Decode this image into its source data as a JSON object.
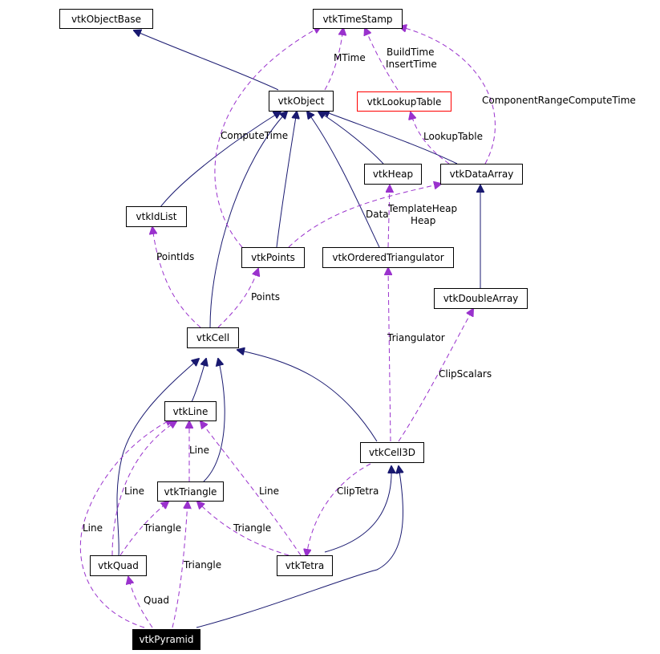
{
  "nodes": {
    "vtkObjectBase": "vtkObjectBase",
    "vtkTimeStamp": "vtkTimeStamp",
    "vtkObject": "vtkObject",
    "vtkLookupTable": "vtkLookupTable",
    "vtkHeap": "vtkHeap",
    "vtkDataArray": "vtkDataArray",
    "vtkIdList": "vtkIdList",
    "vtkPoints": "vtkPoints",
    "vtkOrderedTriangulator": "vtkOrderedTriangulator",
    "vtkDoubleArray": "vtkDoubleArray",
    "vtkCell": "vtkCell",
    "vtkLine": "vtkLine",
    "vtkCell3D": "vtkCell3D",
    "vtkTriangle": "vtkTriangle",
    "vtkQuad": "vtkQuad",
    "vtkTetra": "vtkTetra",
    "vtkPyramid": "vtkPyramid"
  },
  "edge_labels": {
    "mtime": "MTime",
    "buildtime": "BuildTime",
    "inserttime": "InsertTime",
    "componentrange": "ComponentRangeComputeTime",
    "computetime": "ComputeTime",
    "lookuptable": "LookupTable",
    "templateheap": "TemplateHeap",
    "heap": "Heap",
    "data": "Data",
    "pointids": "PointIds",
    "points": "Points",
    "triangulator": "Triangulator",
    "clipscalars": "ClipScalars",
    "line_triangle": "Line",
    "line_quad": "Line",
    "line_tetra": "Line",
    "line_pyramid": "Line",
    "cliptetra": "ClipTetra",
    "triangle_quad": "Triangle",
    "triangle_tetra": "Triangle",
    "triangle_pyramid": "Triangle",
    "quad": "Quad"
  },
  "colors": {
    "inheritance_edge": "#191970",
    "usage_edge": "#9a32cd",
    "highlight_node": "#000000",
    "lookup_table_border": "#ff0000"
  }
}
